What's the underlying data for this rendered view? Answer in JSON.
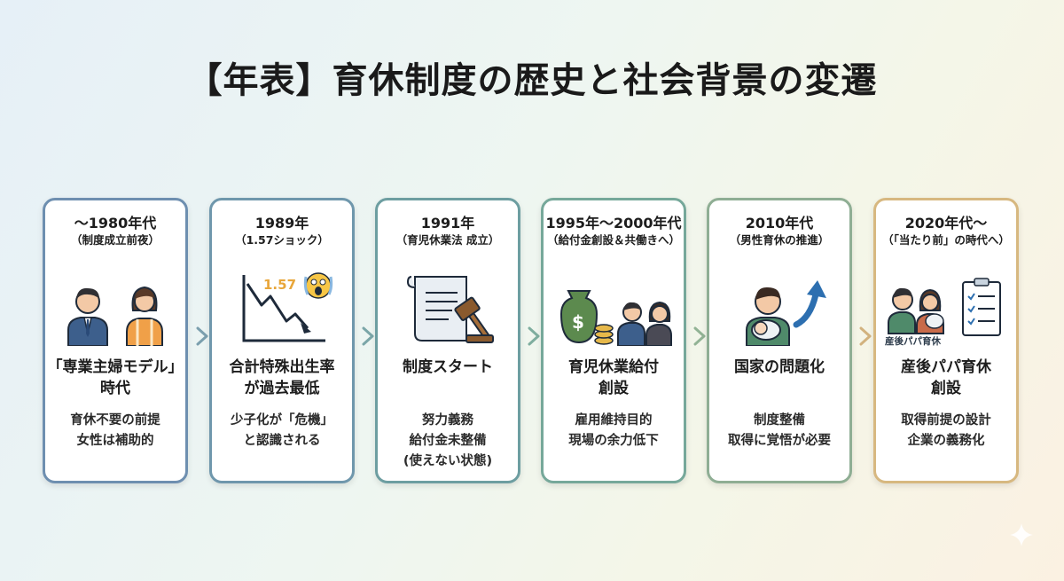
{
  "title": "【年表】育休制度の歴史と社会背景の変遷",
  "cards": [
    {
      "period": "〜1980年代",
      "sub": "（制度成立前夜）",
      "head": [
        "「専業主婦モデル」",
        "時代"
      ],
      "desc": [
        "育休不要の前提",
        "女性は補助的"
      ]
    },
    {
      "period": "1989年",
      "sub": "（1.57ショック）",
      "chart_label": "1.57",
      "head": [
        "合計特殊出生率",
        "が過去最低"
      ],
      "desc": [
        "少子化が「危機」",
        "と認識される"
      ]
    },
    {
      "period": "1991年",
      "sub": "（育児休業法 成立）",
      "head": [
        "制度スタート"
      ],
      "desc": [
        "努力義務",
        "給付金未整備",
        "(使えない状態)"
      ]
    },
    {
      "period": "1995年〜2000年代",
      "sub": "（給付金創設＆共働きへ）",
      "head": [
        "育児休業給付",
        "創設"
      ],
      "desc": [
        "雇用維持目的",
        "現場の余力低下"
      ]
    },
    {
      "period": "2010年代",
      "sub": "（男性育休の推進）",
      "head": [
        "国家の問題化"
      ],
      "desc": [
        "制度整備",
        "取得に覚悟が必要"
      ]
    },
    {
      "period": "2020年代〜",
      "sub": "（「当たり前」の時代へ）",
      "tag": "産後パパ育休",
      "head": [
        "産後パパ育休",
        "創設"
      ],
      "desc": [
        "取得前提の設計",
        "企業の義務化"
      ]
    }
  ],
  "icons": [
    "couple-icon",
    "declining-chart-icon",
    "scared-face-icon",
    "document-gavel-icon",
    "money-bag-icon",
    "coins-icon",
    "worker-couple-icon",
    "father-baby-icon",
    "up-arrow-icon",
    "family-icon",
    "checklist-icon"
  ]
}
